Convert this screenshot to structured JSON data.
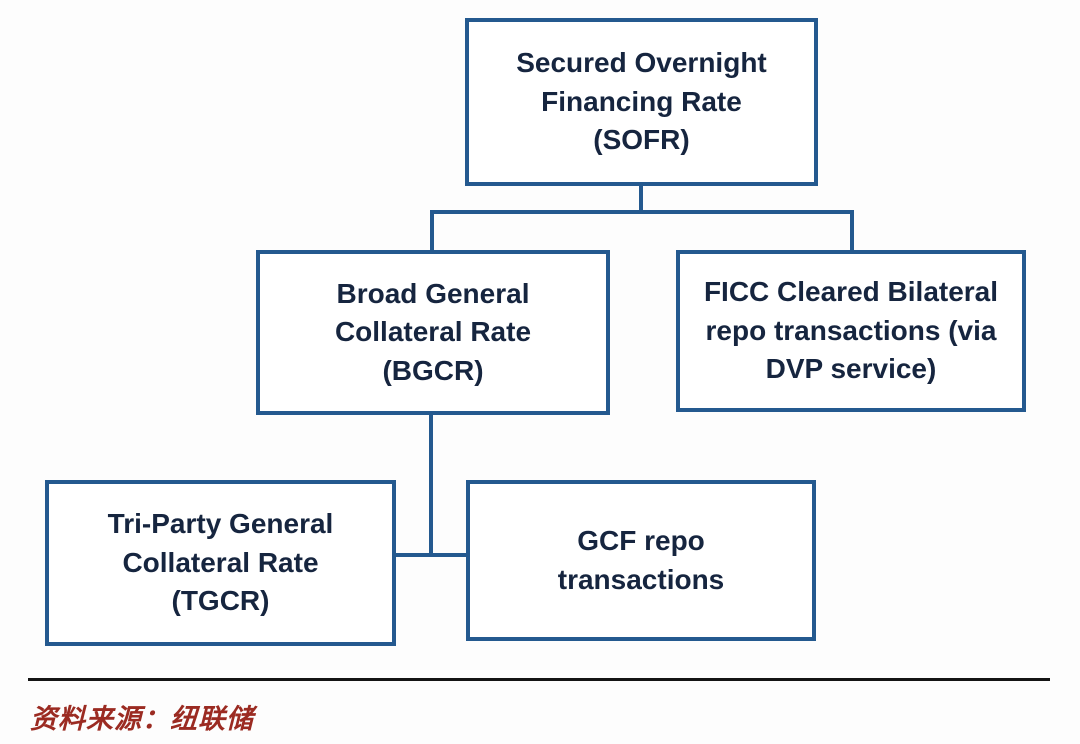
{
  "diagram": {
    "nodes": {
      "sofr": {
        "label": "Secured Overnight\nFinancing Rate\n(SOFR)"
      },
      "bgcr": {
        "label": "Broad General\nCollateral Rate\n(BGCR)"
      },
      "ficc": {
        "label": "FICC Cleared Bilateral\nrepo transactions (via\nDVP service)"
      },
      "tgcr": {
        "label": "Tri-Party General\nCollateral Rate\n(TGCR)"
      },
      "gcf": {
        "label": "GCF repo\ntransactions"
      }
    },
    "edges": [
      {
        "from": "sofr",
        "to": "bgcr"
      },
      {
        "from": "sofr",
        "to": "ficc"
      },
      {
        "from": "bgcr",
        "to": "tgcr"
      },
      {
        "from": "bgcr",
        "to": "gcf"
      }
    ],
    "source": {
      "text": "资料来源：纽联储"
    },
    "colors": {
      "box_border": "#24598f",
      "box_text": "#16253f",
      "connector": "#24598f",
      "divider": "#141414",
      "source_text": "#9b2b22",
      "background": "#fdfdfd"
    }
  }
}
